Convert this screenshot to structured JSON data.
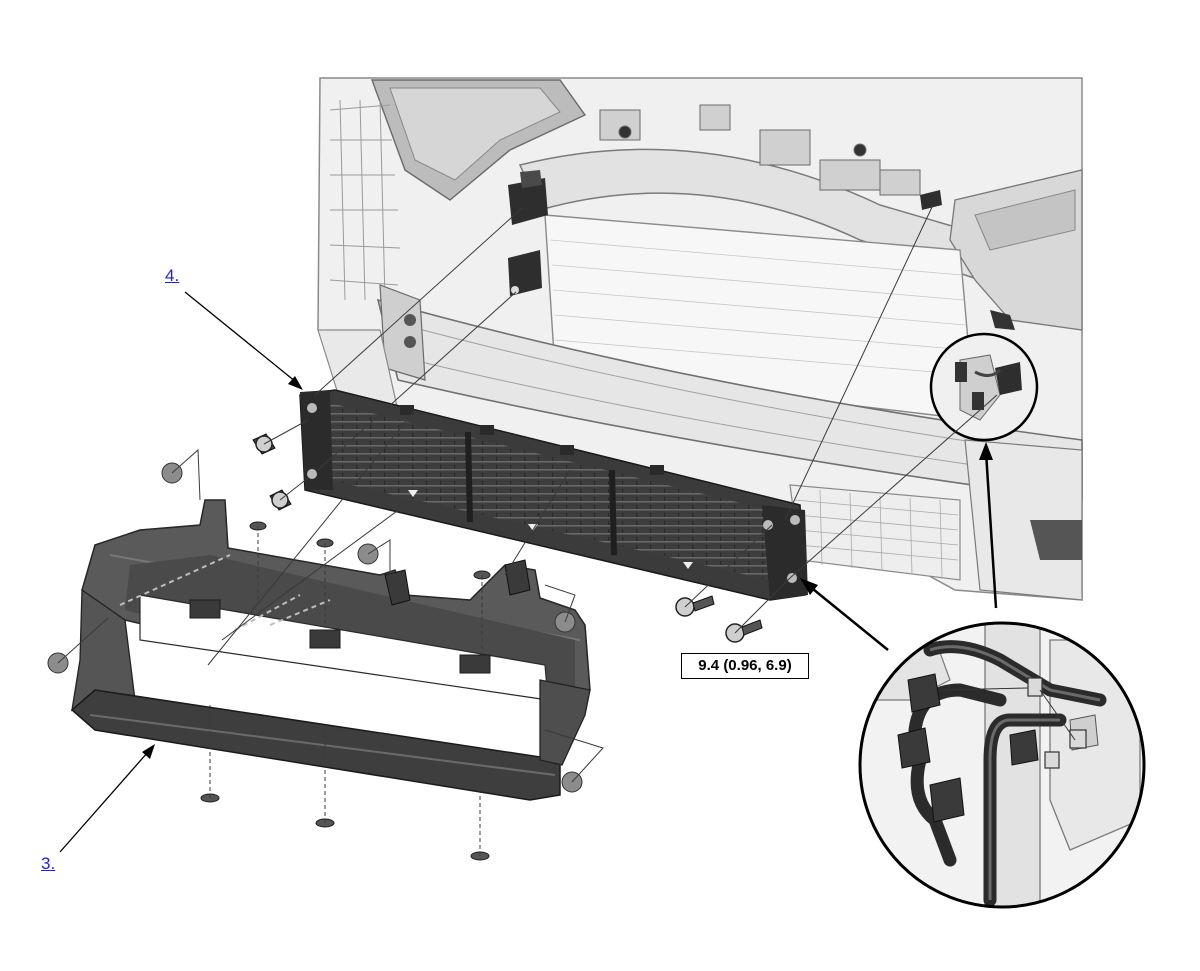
{
  "callouts": {
    "part4": "4.",
    "part3": "3."
  },
  "torque_spec": "9.4 (0.96, 6.9)",
  "colors": {
    "link": "#1a1aff",
    "part_dark": "#3a3a3a",
    "part_mid": "#5a5a5a",
    "vehicle_light": "#f2f2f2",
    "vehicle_line": "#9a9a9a"
  },
  "icons": [
    "bolt-icon",
    "clip-icon",
    "connector-icon",
    "magnifier-circle-icon"
  ]
}
